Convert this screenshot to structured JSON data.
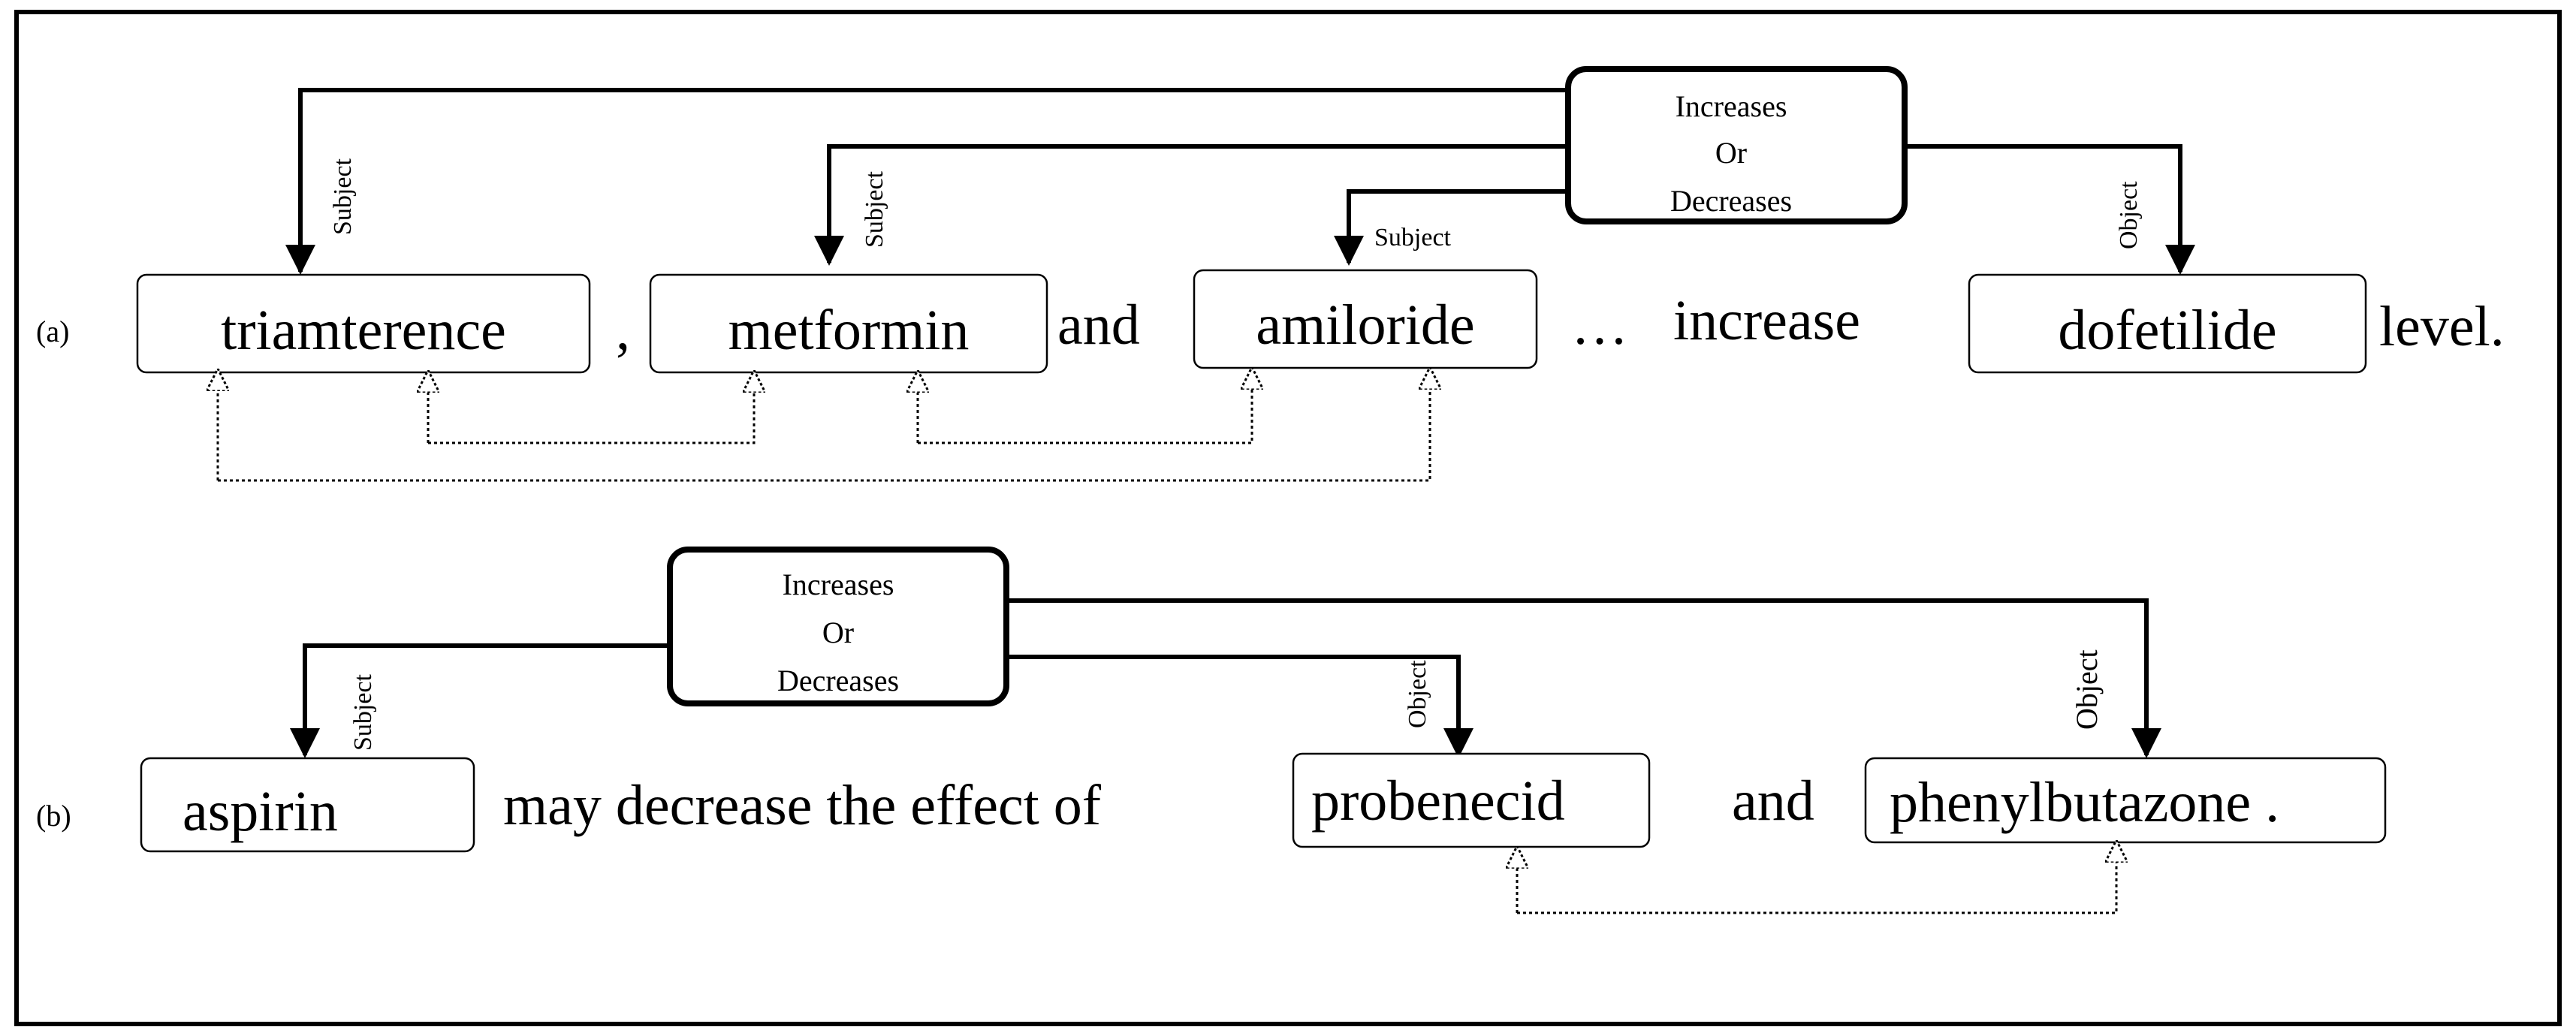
{
  "panel_a": {
    "label": "(a)",
    "relation_lines": [
      "Increases",
      "Or",
      "Decreases"
    ],
    "tokens": {
      "triamterence": "triamterence",
      "comma": ",",
      "metformin": "metformin",
      "and": "and",
      "amiloride": "amiloride",
      "ellipsis": "…",
      "increase": "increase",
      "dofetilide": "dofetilide",
      "level": "level."
    },
    "edges": {
      "subject1": "Subject",
      "subject2": "Subject",
      "subject3": "Subject",
      "object": "Object"
    }
  },
  "panel_b": {
    "label": "(b)",
    "relation_lines": [
      "Increases",
      "Or",
      "Decreases"
    ],
    "tokens": {
      "aspirin": "aspirin",
      "phrase": "may decrease the effect of",
      "probenecid": "probenecid",
      "and": "and",
      "phenylbutazone": "phenylbutazone ."
    },
    "edges": {
      "subject": "Subject",
      "object1": "Object",
      "object2": "Object"
    }
  }
}
